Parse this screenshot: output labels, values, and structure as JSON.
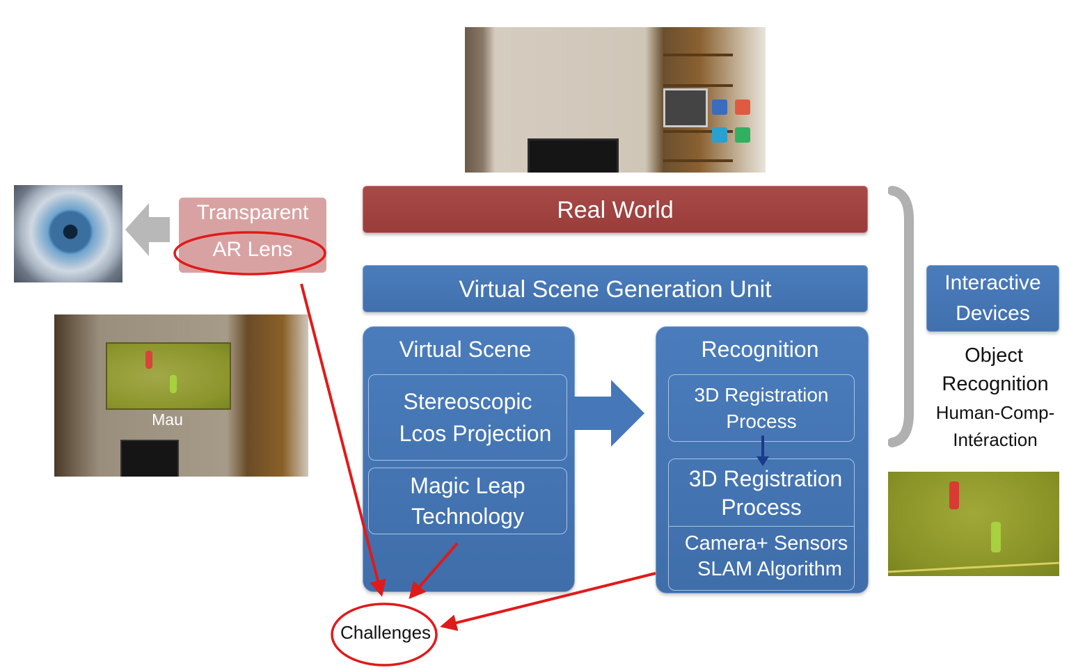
{
  "lens": {
    "line1": "Transparent",
    "line2": "AR Lens"
  },
  "real_world": "Real World",
  "vsgu": "Virtual Scene Generation Unit",
  "virtual_scene": {
    "title": "Virtual Scene",
    "stereo": [
      "Stereoscopic",
      "Lcos Projection"
    ],
    "magic_leap": [
      "Magic Leap",
      "Technology"
    ]
  },
  "recognition": {
    "title": "Recognition",
    "reg1": [
      "3D Registration",
      "Process"
    ],
    "reg2": [
      "3D Registration",
      "Process"
    ],
    "camera": [
      "Camera+ Sensors",
      "SLAM Algorithm"
    ]
  },
  "interactive": [
    "Interactive",
    "Devices"
  ],
  "object_recognition": [
    "Object",
    "Recognition"
  ],
  "hci": [
    "Human-Comp-",
    "Intéraction"
  ],
  "mau_label": "Mau",
  "challenges": "Challenges",
  "colors": {
    "red_panel": "#9e3f3d",
    "blue_panel": "#4677b8",
    "lens_panel": "#d9a2a2",
    "highlight_red": "#e01a1a",
    "arrow_grey": "#b8b8b8",
    "bracket_grey": "#b0b0b0",
    "down_arrow": "#1a3a8a"
  }
}
